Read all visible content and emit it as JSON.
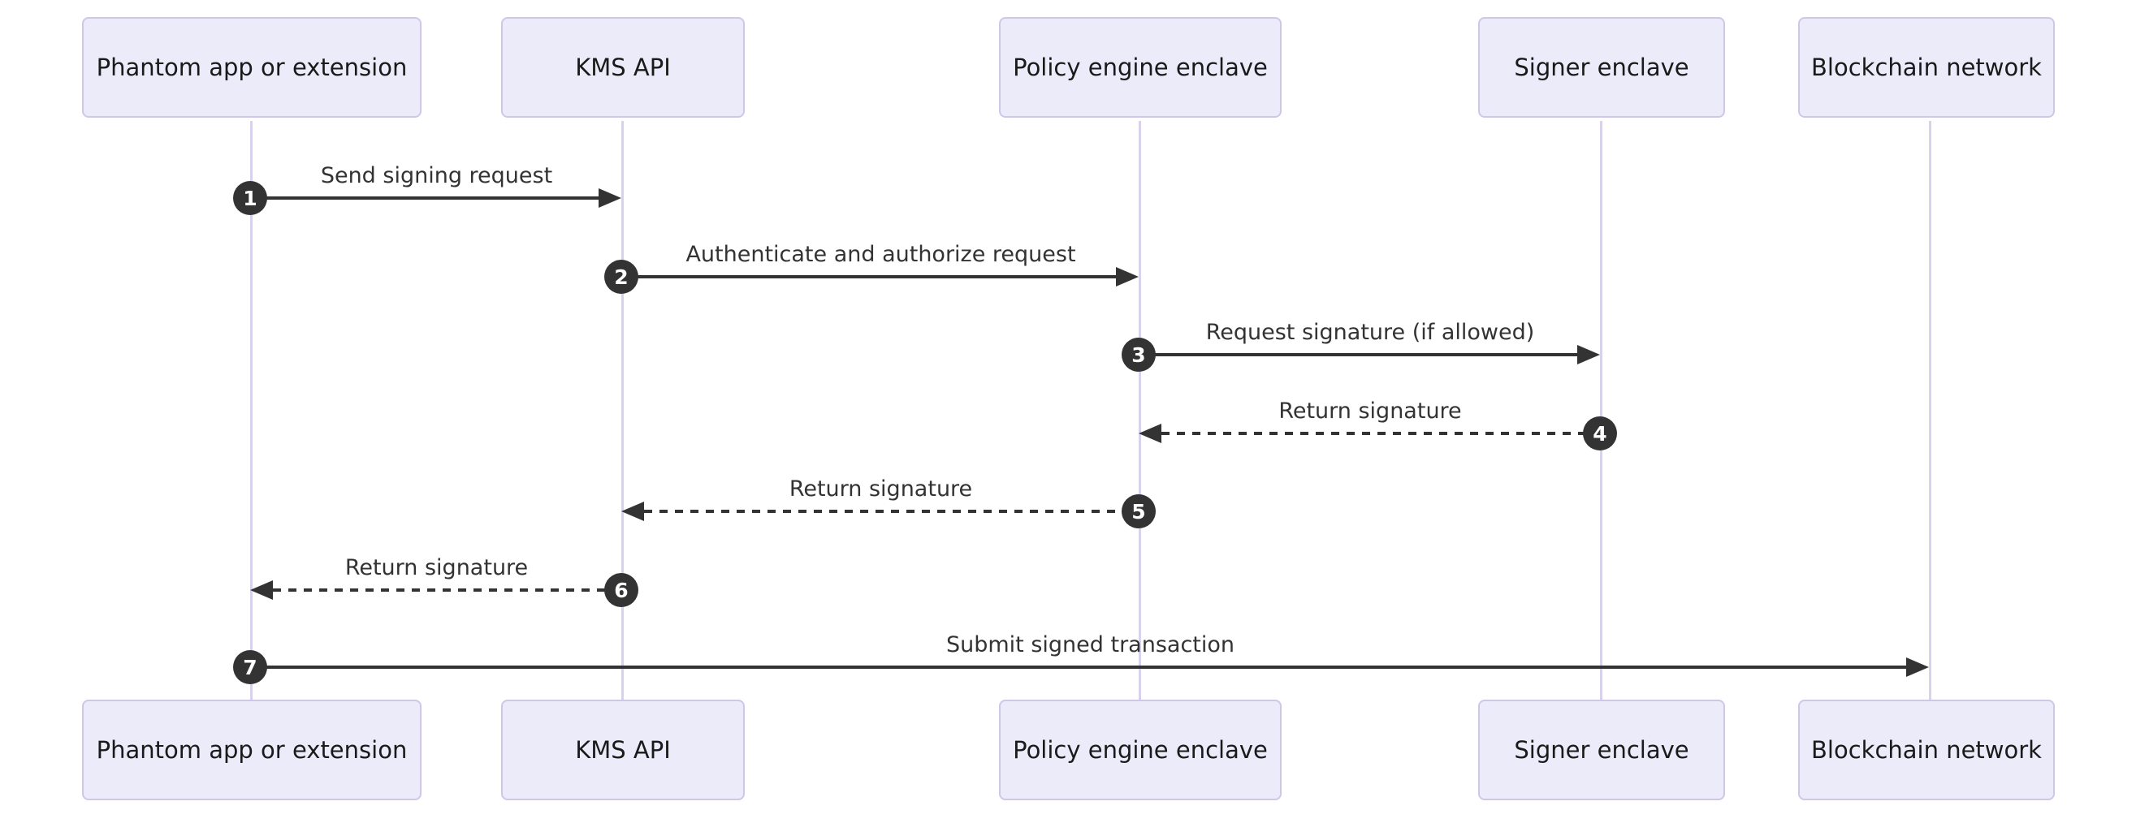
{
  "diagram": {
    "type": "sequence-diagram",
    "actors": [
      {
        "label": "Phantom app or extension"
      },
      {
        "label": "KMS API"
      },
      {
        "label": "Policy engine enclave"
      },
      {
        "label": "Signer enclave"
      },
      {
        "label": "Blockchain network"
      }
    ],
    "messages": [
      {
        "number": "1",
        "from": "Phantom app or extension",
        "to": "KMS API",
        "label": "Send signing request",
        "line_style": "solid",
        "direction": "right"
      },
      {
        "number": "2",
        "from": "KMS API",
        "to": "Policy engine enclave",
        "label": "Authenticate and authorize request",
        "line_style": "solid",
        "direction": "right"
      },
      {
        "number": "3",
        "from": "Policy engine enclave",
        "to": "Signer enclave",
        "label": "Request signature (if allowed)",
        "line_style": "solid",
        "direction": "right"
      },
      {
        "number": "4",
        "from": "Signer enclave",
        "to": "Policy engine enclave",
        "label": "Return signature",
        "line_style": "dashed",
        "direction": "left"
      },
      {
        "number": "5",
        "from": "Policy engine enclave",
        "to": "KMS API",
        "label": "Return signature",
        "line_style": "dashed",
        "direction": "left"
      },
      {
        "number": "6",
        "from": "KMS API",
        "to": "Phantom app or extension",
        "label": "Return signature",
        "line_style": "dashed",
        "direction": "left"
      },
      {
        "number": "7",
        "from": "Phantom app or extension",
        "to": "Blockchain network",
        "label": "Submit signed transaction",
        "line_style": "solid",
        "direction": "right"
      }
    ],
    "colors": {
      "actor_fill": "#ECEBFA",
      "actor_border": "#CFC6E8",
      "lifeline": "#D8D2EE",
      "arrow": "#333333",
      "number_circle": "#333333",
      "number_text": "#FFFFFF",
      "message_text": "#333333",
      "background": "#FFFFFF"
    }
  }
}
